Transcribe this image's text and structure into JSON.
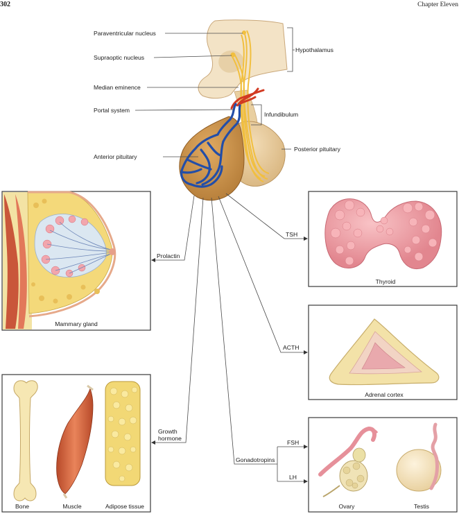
{
  "header": {
    "page_number": "302",
    "chapter": "Chapter Eleven"
  },
  "brain_labels": {
    "paraventricular": "Paraventricular nucleus",
    "supraoptic": "Supraoptic nucleus",
    "median_eminence": "Median eminence",
    "portal_system": "Portal system",
    "anterior_pituitary": "Anterior pituitary",
    "hypothalamus": "Hypothalamus",
    "infundibulum": "Infundibulum",
    "posterior_pituitary": "Posterior pituitary"
  },
  "hormones": {
    "prolactin": "Prolactin",
    "tsh": "TSH",
    "acth": "ACTH",
    "growth_hormone_line1": "Growth",
    "growth_hormone_line2": "hormone",
    "gonadotropins": "Gonadotropins",
    "fsh": "FSH",
    "lh": "LH"
  },
  "targets": {
    "mammary": "Mammary gland",
    "thyroid": "Thyroid",
    "adrenal": "Adrenal cortex",
    "bone": "Bone",
    "muscle": "Muscle",
    "adipose": "Adipose tissue",
    "ovary": "Ovary",
    "testis": "Testis"
  },
  "colors": {
    "pituitary": "#c9924a",
    "hypothalamus": "#e8c898",
    "portal_vein": "#234ea8",
    "artery": "#d23a22",
    "axon": "#f1bf3f"
  }
}
